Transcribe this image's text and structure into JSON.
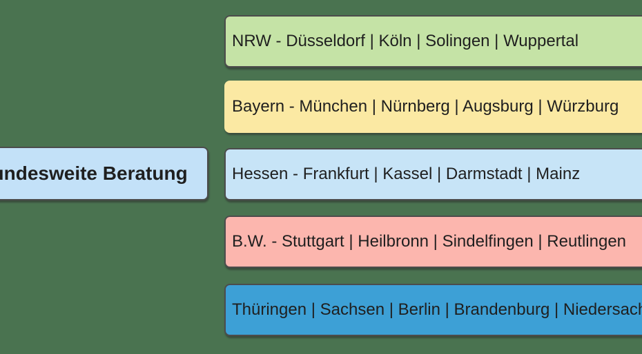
{
  "canvas": {
    "background_color": "#4A7350",
    "node_border_color": "#4C4C4C",
    "node_text_color": "#1F1F1F"
  },
  "mindmap": {
    "root": {
      "label": "Bundesweite Beratung",
      "fill_color": "#C3E1F8",
      "clipped": "left edge of canvas (visible text: ndesweite Beratung)"
    },
    "branches": [
      {
        "id": "nrw",
        "label": "NRW - Düsseldorf | Köln | Solingen | Wuppertal",
        "fill_color": "#C5E3A6",
        "has_border": true
      },
      {
        "id": "bayern",
        "label": "Bayern - München | Nürnberg | Augsburg | Würzburg",
        "fill_color": "#FBE9A3",
        "has_border": false
      },
      {
        "id": "hessen",
        "label": "Hessen - Frankfurt | Kassel | Darmstadt | Mainz",
        "fill_color": "#C7E4F7",
        "has_border": true
      },
      {
        "id": "bw",
        "label": "B.W. - Stuttgart | Heilbronn | Sindelfingen | Reutlingen",
        "fill_color": "#FCB6AE",
        "has_border": true
      },
      {
        "id": "east",
        "label": "Thüringen | Sachsen | Berlin | Brandenburg | Niedersachsen",
        "fill_color": "#3DA0D6",
        "has_border": true,
        "clipped": "right edge of canvas (visible text ends at: Niedersach)"
      }
    ]
  }
}
